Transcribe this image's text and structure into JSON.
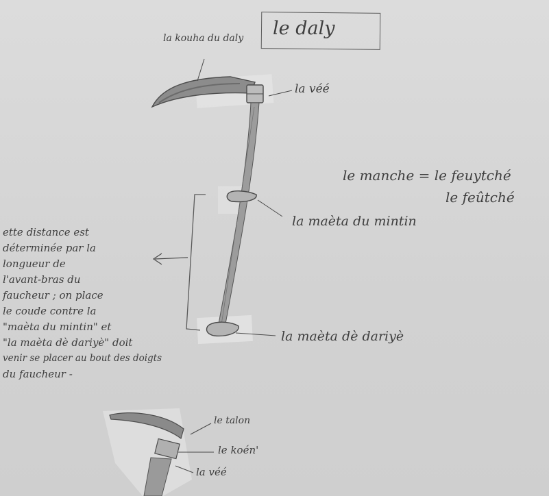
{
  "title": "le daly",
  "labels": {
    "blade": "la kouha du daly",
    "ring_top": "la véé",
    "handle_definition_line1": "le manche = le feuytché",
    "handle_definition_line2": "le feûtché",
    "upper_grip": "la maèta du mintin",
    "lower_grip": "la maèta dè dariyè",
    "heel": "le talon",
    "wedge": "le koén'",
    "ring_bottom": "la véé"
  },
  "note_lines": [
    "ette distance est",
    "déterminée par la",
    "longueur de",
    "l'avant-bras du",
    "faucheur ; on place",
    "le coude contre la",
    "\"maèta du mintin\" et",
    "\"la maèta dè dariyè\" doit",
    "venir se placer au bout des doigts",
    "du faucheur -"
  ],
  "colors": {
    "paper": "#d6d6d6",
    "ink": "#3e3e3e",
    "pencil": "#6a6a6a",
    "tape": "#e6e6e6"
  }
}
